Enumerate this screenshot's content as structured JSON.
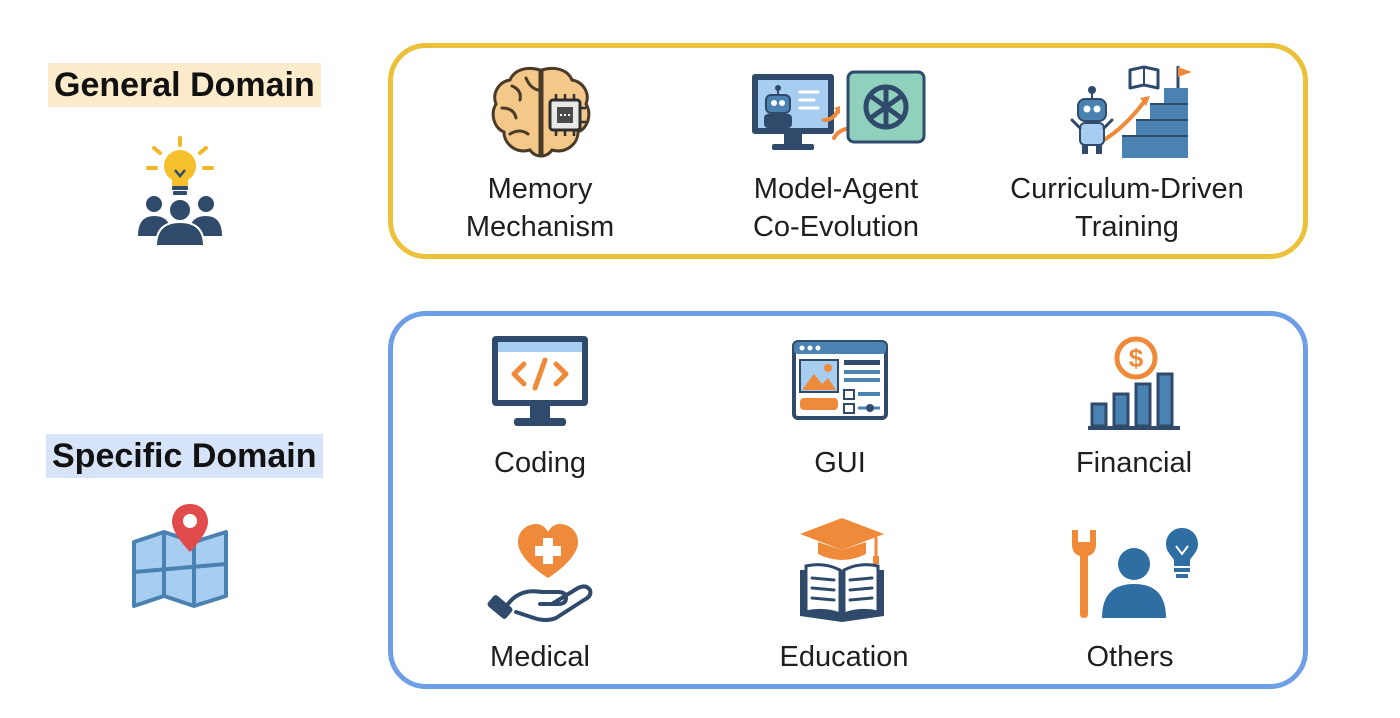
{
  "colors": {
    "general_border": "#ecc13a",
    "general_title_bg": "#fdeccb",
    "specific_border": "#6f9ee8",
    "specific_title_bg": "#d7e3f8",
    "navy": "#2f4a6b",
    "orange": "#ee8a3a",
    "steel": "#4a82b2",
    "light_blue": "#a7cdf0"
  },
  "general": {
    "title": "General Domain",
    "icon": "lightbulb-team-icon",
    "items": [
      {
        "line1": "Memory",
        "line2": "Mechanism",
        "icon": "brain-chip-icon"
      },
      {
        "line1": "Model-Agent",
        "line2": "Co-Evolution",
        "icon": "robot-monitor-exchange-icon"
      },
      {
        "line1": "Curriculum-Driven",
        "line2": "Training",
        "icon": "robot-stairs-book-icon"
      }
    ]
  },
  "specific": {
    "title": "Specific Domain",
    "icon": "map-pin-icon",
    "items": [
      {
        "label": "Coding",
        "icon": "code-monitor-icon"
      },
      {
        "label": "GUI",
        "icon": "browser-window-icon"
      },
      {
        "label": "Financial",
        "icon": "dollar-bar-chart-icon"
      },
      {
        "label": "Medical",
        "icon": "heart-hand-icon"
      },
      {
        "label": "Education",
        "icon": "graduation-book-icon"
      },
      {
        "label": "Others",
        "icon": "wrench-person-bulb-icon"
      }
    ]
  }
}
